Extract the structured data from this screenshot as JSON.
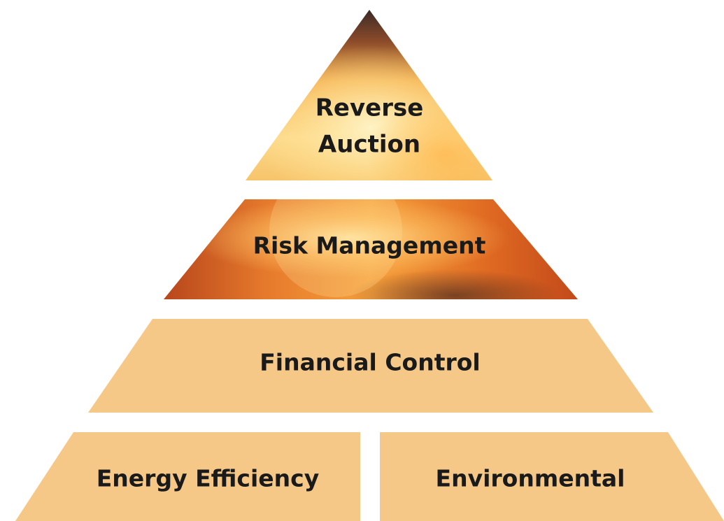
{
  "diagram": {
    "tiers": [
      {
        "id": "top",
        "lines": [
          "Reverse",
          "Auction"
        ]
      },
      {
        "id": "second",
        "lines": [
          "Risk Management"
        ]
      },
      {
        "id": "third",
        "lines": [
          "Financial Control"
        ]
      },
      {
        "id": "base_left",
        "lines": [
          "Energy Efficiency"
        ]
      },
      {
        "id": "base_right",
        "lines": [
          "Environmental"
        ]
      }
    ],
    "colors": {
      "foundation_fill": "#f6c888",
      "glow_light": "#ffe9a8",
      "glow_mid": "#f7a43a",
      "glow_deep": "#c8501e",
      "glow_dark": "#4a2a20",
      "label_text": "#1a1a1a"
    }
  }
}
